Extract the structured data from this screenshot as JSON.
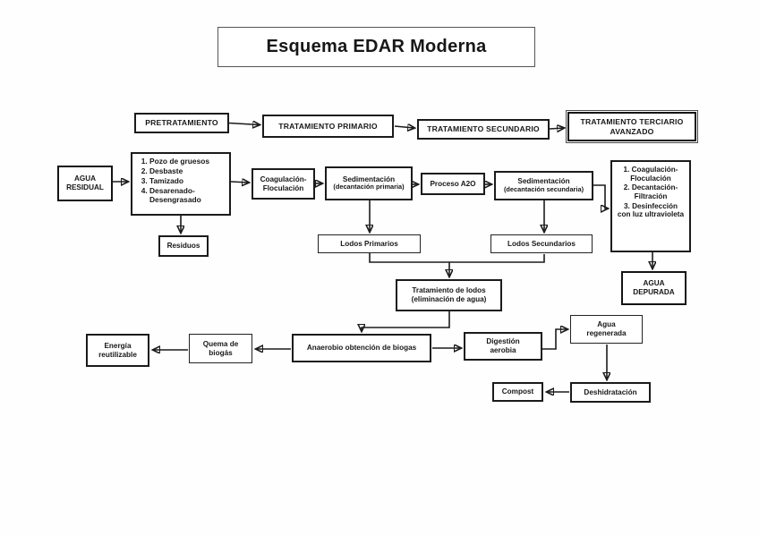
{
  "title": "Esquema EDAR Moderna",
  "stages": {
    "pretratamiento": "PRETRATAMIENTO",
    "primario": "TRATAMIENTO PRIMARIO",
    "secundario": "TRATAMIENTO SECUNDARIO",
    "terciario_line1": "TRATAMIENTO TERCIARIO",
    "terciario_line2": "AVANZADO"
  },
  "nodes": {
    "agua_residual": {
      "line1": "AGUA",
      "line2": "RESIDUAL"
    },
    "pretratamiento_detalle": {
      "items": [
        "Pozo de gruesos",
        "Desbaste",
        "Tamizado",
        "Desarenado-Desengrasado"
      ]
    },
    "coagulacion": {
      "line1": "Coagulación-",
      "line2": "Floculación"
    },
    "sedimentacion_primaria": {
      "line1": "Sedimentación",
      "line2": "(decantación primaria)"
    },
    "proceso_a2o": {
      "label": "Proceso A2O"
    },
    "sedimentacion_secundaria": {
      "line1": "Sedimentación",
      "line2": "(decantación secundaria)"
    },
    "terciario_detalle": {
      "items": [
        "Coagulación-Floculación",
        "Decantación-Filtración",
        "Desinfección con luz ultravioleta"
      ]
    },
    "residuos": {
      "label": "Residuos"
    },
    "lodos_primarios": {
      "label": "Lodos Primarios"
    },
    "lodos_secundarios": {
      "label": "Lodos Secundarios"
    },
    "agua_depurada": {
      "line1": "AGUA",
      "line2": "DEPURADA"
    },
    "tratamiento_lodos": {
      "line1": "Tratamiento de lodos",
      "line2": "(eliminación de agua)"
    },
    "energia": {
      "line1": "Energía",
      "line2": "reutilizable"
    },
    "quema_biogas": {
      "line1": "Quema de",
      "line2": "biogás"
    },
    "anaerobio": {
      "label": "Anaerobio obtención de biogas"
    },
    "digestion": {
      "line1": "Digestión",
      "line2": "aerobia"
    },
    "agua_regenerada": {
      "line1": "Agua",
      "line2": "regenerada"
    },
    "compost": {
      "label": "Compost"
    },
    "deshidratacion": {
      "label": "Deshidratación"
    }
  },
  "colors": {
    "ink": "#1b1b1b",
    "background": "#ffffff"
  }
}
